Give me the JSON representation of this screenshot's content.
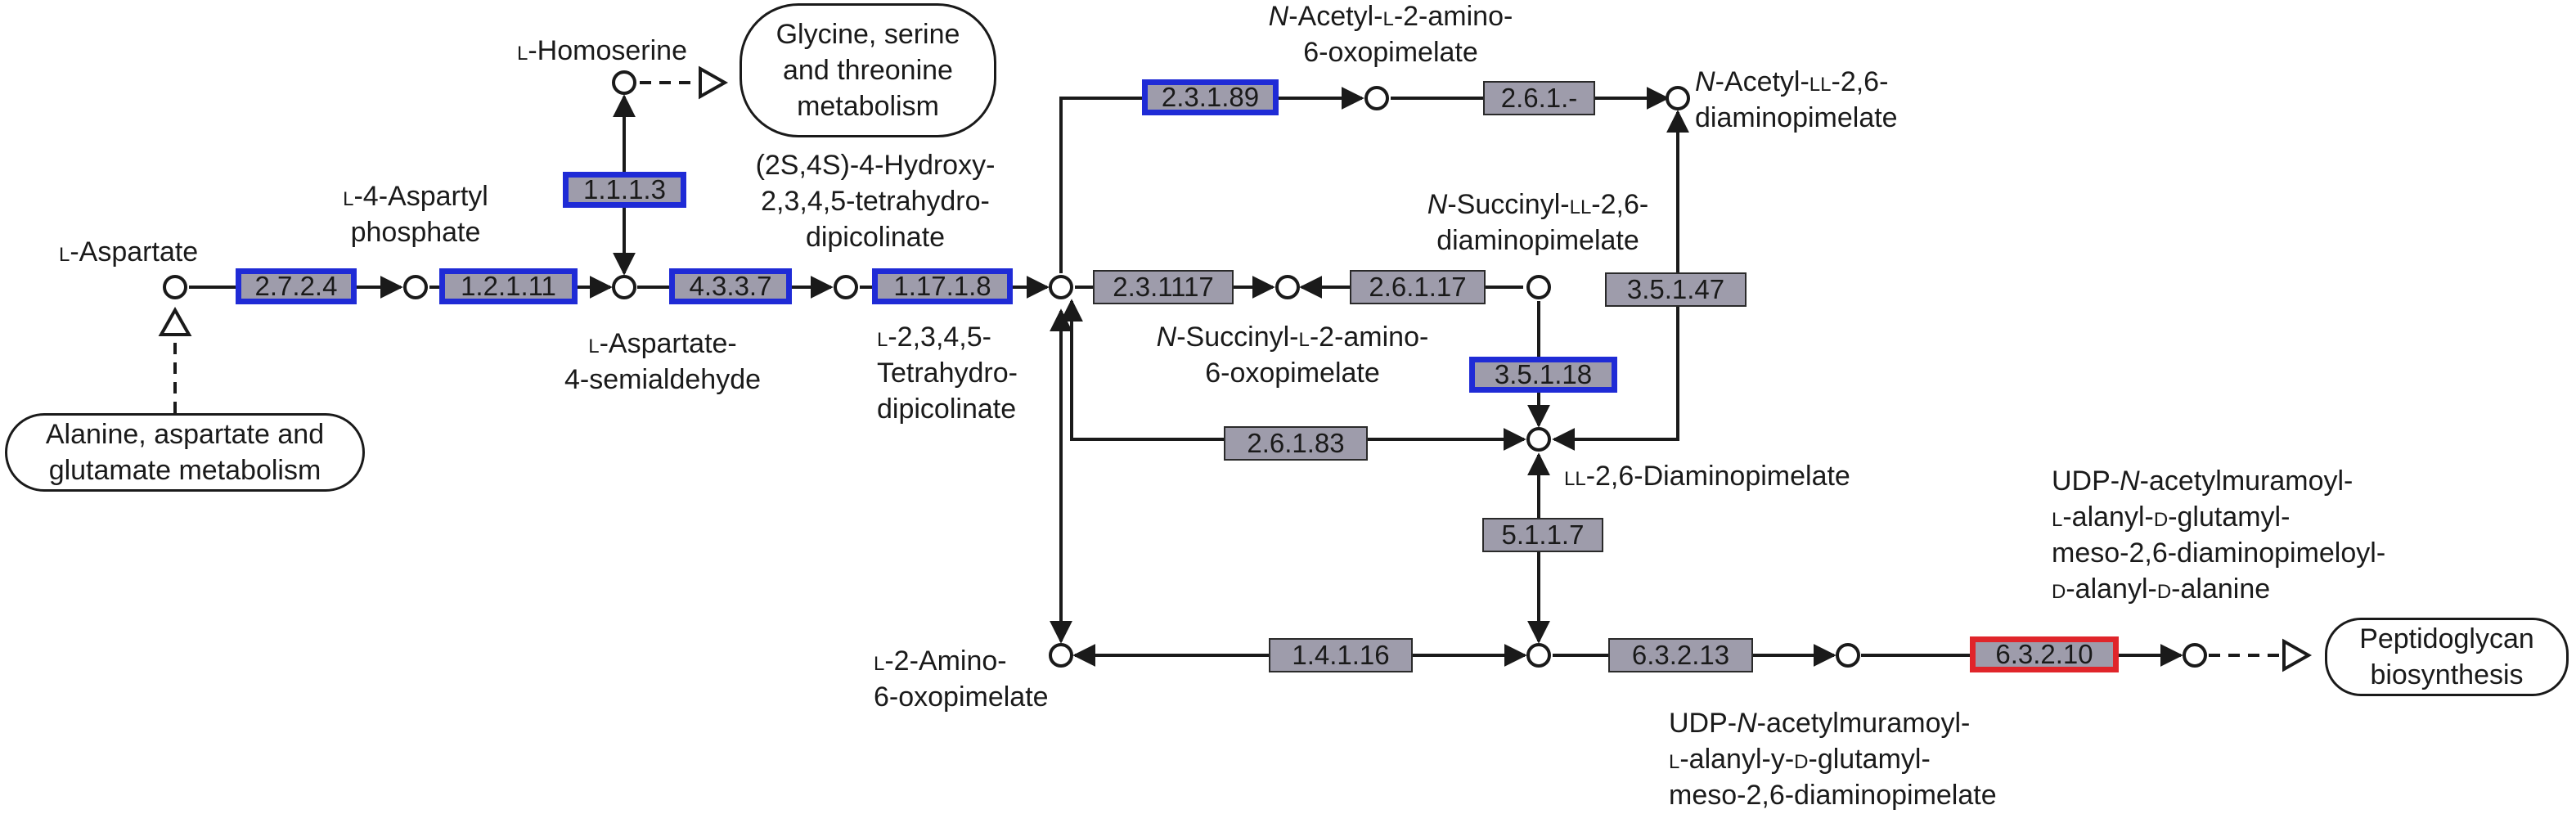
{
  "colors": {
    "enzyme_fill": "#9e9cab",
    "highlight_blue": "#1f2bd6",
    "highlight_red": "#e0252a",
    "default_border": "#2a2a2a",
    "line": "#1a1a1a"
  },
  "metabolites": {
    "l_aspartate": [
      {
        "pre": "L",
        "text": "-Aspartate"
      }
    ],
    "aspartyl_phosphate": [
      {
        "pre": "L",
        "text": "-4-Aspartyl"
      },
      {
        "text": "phosphate"
      }
    ],
    "homoserine": [
      {
        "pre": "L",
        "text": "-Homoserine"
      }
    ],
    "aspartate_semialdehyde": [
      {
        "pre": "L",
        "text": "-Aspartate-"
      },
      {
        "text": "4-semialdehyde"
      }
    ],
    "hydroxy_thdp": [
      {
        "text": "(2S,4S)-4-Hydroxy-"
      },
      {
        "text": "2,3,4,5-tetrahydro-"
      },
      {
        "text": "dipicolinate"
      }
    ],
    "thdp": [
      {
        "pre": "L",
        "text": "-2,3,4,5-"
      },
      {
        "text": "Tetrahydro-"
      },
      {
        "text": "dipicolinate"
      }
    ],
    "acetyl_amino_oxopimelate": [
      {
        "it": "N",
        "text": "-Acetyl-",
        "sc": "L",
        "post": "-2-amino-"
      },
      {
        "text": "6-oxopimelate"
      }
    ],
    "acetyl_dap": [
      {
        "it": "N",
        "text": "-Acetyl-",
        "sc": "LL",
        "post": "-2,6-"
      },
      {
        "text": "diaminopimelate"
      }
    ],
    "succinyl_dap": [
      {
        "it": "N",
        "text": "-Succinyl-",
        "sc": "LL",
        "post": "-2,6-"
      },
      {
        "text": "diaminopimelate"
      }
    ],
    "succinyl_amino_oxopimelate": [
      {
        "it": "N",
        "text": "-Succinyl-",
        "sc": "L",
        "post": "-2-amino-"
      },
      {
        "text": "6-oxopimelate"
      }
    ],
    "ll_dap": [
      {
        "pre": "LL",
        "text": "-2,6-Diaminopimelate"
      }
    ],
    "amino_oxopimelate": [
      {
        "pre": "L",
        "text": "-2-Amino-"
      },
      {
        "text": "6-oxopimelate"
      }
    ],
    "udp_pentapeptide": [
      {
        "text": "UDP-",
        "it": "N",
        "post": "-acetylmuramoyl-"
      },
      {
        "sc": "L",
        "text": "-alanyl-",
        "sc2": "D",
        "post": "-glutamyl-"
      },
      {
        "text": "meso-2,6-diaminopimeloyl-"
      },
      {
        "sc": "D",
        "text": "-alanyl-",
        "sc2": "D",
        "post": "-alanine"
      }
    ],
    "udp_tripeptide": [
      {
        "text": "UDP-",
        "it": "N",
        "post": "-acetylmuramoyl-"
      },
      {
        "sc": "L",
        "text": "-alanyl-y-",
        "sc2": "D",
        "post": "-glutamyl-"
      },
      {
        "text": "meso-2,6-diaminopimelate"
      }
    ]
  },
  "enzymes": {
    "e2724": "2.7.2.4",
    "e12111": "1.2.1.11",
    "e1113": "1.1.1.3",
    "e4337": "4.3.3.7",
    "e11718": "1.17.1.8",
    "e23189": "2.3.1.89",
    "e261": "2.6.1.-",
    "e231117": "2.3.1117",
    "e26117": "2.6.1.17",
    "e35147": "3.5.1.47",
    "e35118": "3.5.1.18",
    "e26183": "2.6.1.83",
    "e5117": "5.1.1.7",
    "e14116": "1.4.1.16",
    "e63213": "6.3.2.13",
    "e63210": "6.3.2.10"
  },
  "pathways": {
    "glycine": [
      "Glycine, serine",
      "and threonine",
      "metabolism"
    ],
    "alanine": [
      "Alanine, aspartate and",
      "glutamate metabolism"
    ],
    "peptidoglycan": [
      "Peptidoglycan",
      "biosynthesis"
    ]
  }
}
